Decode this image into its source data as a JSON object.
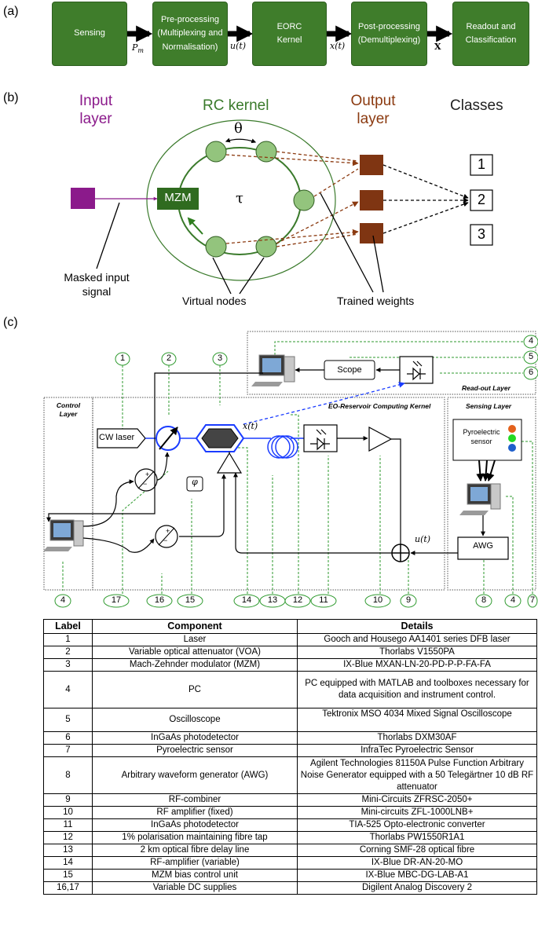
{
  "panel_a": {
    "label": "(a)",
    "blocks": [
      "Sensing",
      "Pre-processing\n(Multiplexing and\nNormalisation)",
      "EORC\nKernel",
      "Post-processing\n(Demultiplexing)",
      "Readout and\nClassification"
    ],
    "signals": [
      "Pm",
      "u(t)",
      "x(t)",
      "X"
    ]
  },
  "panel_b": {
    "label": "(b)",
    "input_layer": "Input\nlayer",
    "rc_kernel": "RC kernel",
    "output_layer": "Output\nlayer",
    "classes": "Classes",
    "theta": "θ",
    "tau": "τ",
    "mzm": "MZM",
    "class_labels": [
      "1",
      "2",
      "3"
    ],
    "masked_input": "Masked input\nsignal",
    "virtual_nodes": "Virtual nodes",
    "trained_weights": "Trained weights"
  },
  "panel_c": {
    "label": "(c)",
    "control_layer": "Control\nLayer",
    "readout_layer": "Read-out Layer",
    "kernel_layer": "EO-Reservoir Computing Kernel",
    "sensing_layer": "Sensing Layer",
    "cw_laser": "CW laser",
    "scope": "Scope",
    "awg": "AWG",
    "pyro": "Pyroelectric\nsensor",
    "phi": "φ",
    "xt": "x(t)",
    "ut": "u(t)",
    "plus": "+",
    "minus": "−",
    "top_numbers": [
      "1",
      "2",
      "3",
      "4",
      "5",
      "6"
    ],
    "bottom_numbers": [
      "4",
      "17",
      "16",
      "15",
      "14",
      "13",
      "12",
      "11",
      "10",
      "9",
      "8",
      "4",
      "7"
    ]
  },
  "table": {
    "headers": [
      "Label",
      "Component",
      "Details"
    ],
    "rows": [
      [
        "1",
        "Laser",
        "Gooch and Housego AA1401 series DFB laser"
      ],
      [
        "2",
        "Variable optical attenuator (VOA)",
        "Thorlabs V1550PA"
      ],
      [
        "3",
        "Mach-Zehnder modulator (MZM)",
        "IX-Blue MXAN-LN-20-PD-P-P-FA-FA"
      ],
      [
        "4",
        "PC",
        "PC equipped with MATLAB and toolboxes necessary for data acquisition and instrument control."
      ],
      [
        "5",
        "Oscilloscope",
        "Tektronix MSO 4034 Mixed Signal Oscilloscope"
      ],
      [
        "6",
        "InGaAs photodetector",
        "Thorlabs DXM30AF"
      ],
      [
        "7",
        "Pyroelectric sensor",
        "InfraTec Pyroelectric Sensor"
      ],
      [
        "8",
        "Arbitrary waveform generator (AWG)",
        "Agilent Technologies 81150A Pulse Function Arbitrary Noise Generator equipped with a 50 Telegärtner 10 dB RF attenuator"
      ],
      [
        "9",
        "RF-combiner",
        "Mini-Circuits ZFRSC-2050+"
      ],
      [
        "10",
        "RF amplifier (fixed)",
        "Mini-circuits ZFL-1000LNB+"
      ],
      [
        "11",
        "InGaAs photodetector",
        "TIA-525 Opto-electronic converter"
      ],
      [
        "12",
        "1% polarisation maintaining fibre tap",
        "Thorlabs PW1550R1A1"
      ],
      [
        "13",
        "2 km optical fibre delay line",
        "Corning SMF-28 optical fibre"
      ],
      [
        "14",
        "RF-amplifier (variable)",
        "IX-Blue DR-AN-20-MO"
      ],
      [
        "15",
        "MZM bias control unit",
        "IX-Blue MBC-DG-LAB-A1"
      ],
      [
        "16,17",
        "Variable DC supplies",
        "Digilent Analog Discovery 2"
      ]
    ]
  }
}
